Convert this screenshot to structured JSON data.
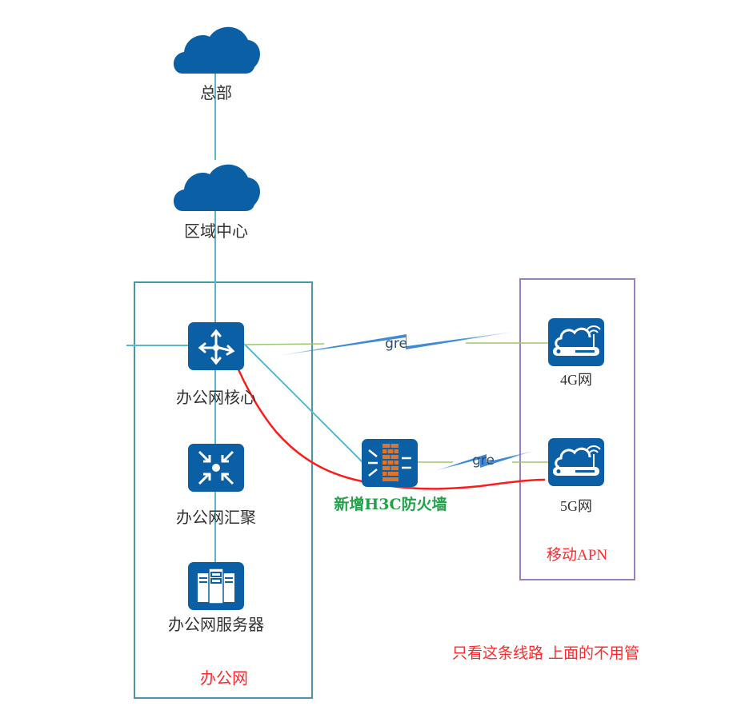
{
  "colors": {
    "device_blue": "#0b5fa5",
    "link_teal": "#5bb5cf",
    "box_office": "#4a96a8",
    "box_apn": "#9a7fbf",
    "link_green": "#9cc96b",
    "highlight_red": "#ff1a1a",
    "gre_blue": "#3d8bd8"
  },
  "nodes": {
    "headquarters": {
      "label": "总部",
      "icon": "cloud-icon"
    },
    "regional_center": {
      "label": "区域中心",
      "icon": "cloud-icon"
    },
    "office_core": {
      "label": "办公网核心",
      "icon": "core-router-icon"
    },
    "office_aggregation": {
      "label": "办公网汇聚",
      "icon": "aggregation-switch-icon"
    },
    "office_servers": {
      "label": "办公网服务器",
      "icon": "server-icon"
    },
    "firewall": {
      "label": "新增H3C防火墙",
      "icon": "firewall-icon"
    },
    "net_4g": {
      "label": "4G网",
      "icon": "wireless-router-icon"
    },
    "net_5g": {
      "label": "5G网",
      "icon": "wireless-router-icon"
    }
  },
  "groups": {
    "office_network": {
      "label": "办公网"
    },
    "mobile_apn": {
      "label": "移动APN"
    }
  },
  "links": {
    "gre_top": {
      "label": "gre"
    },
    "gre_bottom": {
      "label": "gre"
    }
  },
  "annotation": {
    "text": "只看这条线路  上面的不用管"
  }
}
